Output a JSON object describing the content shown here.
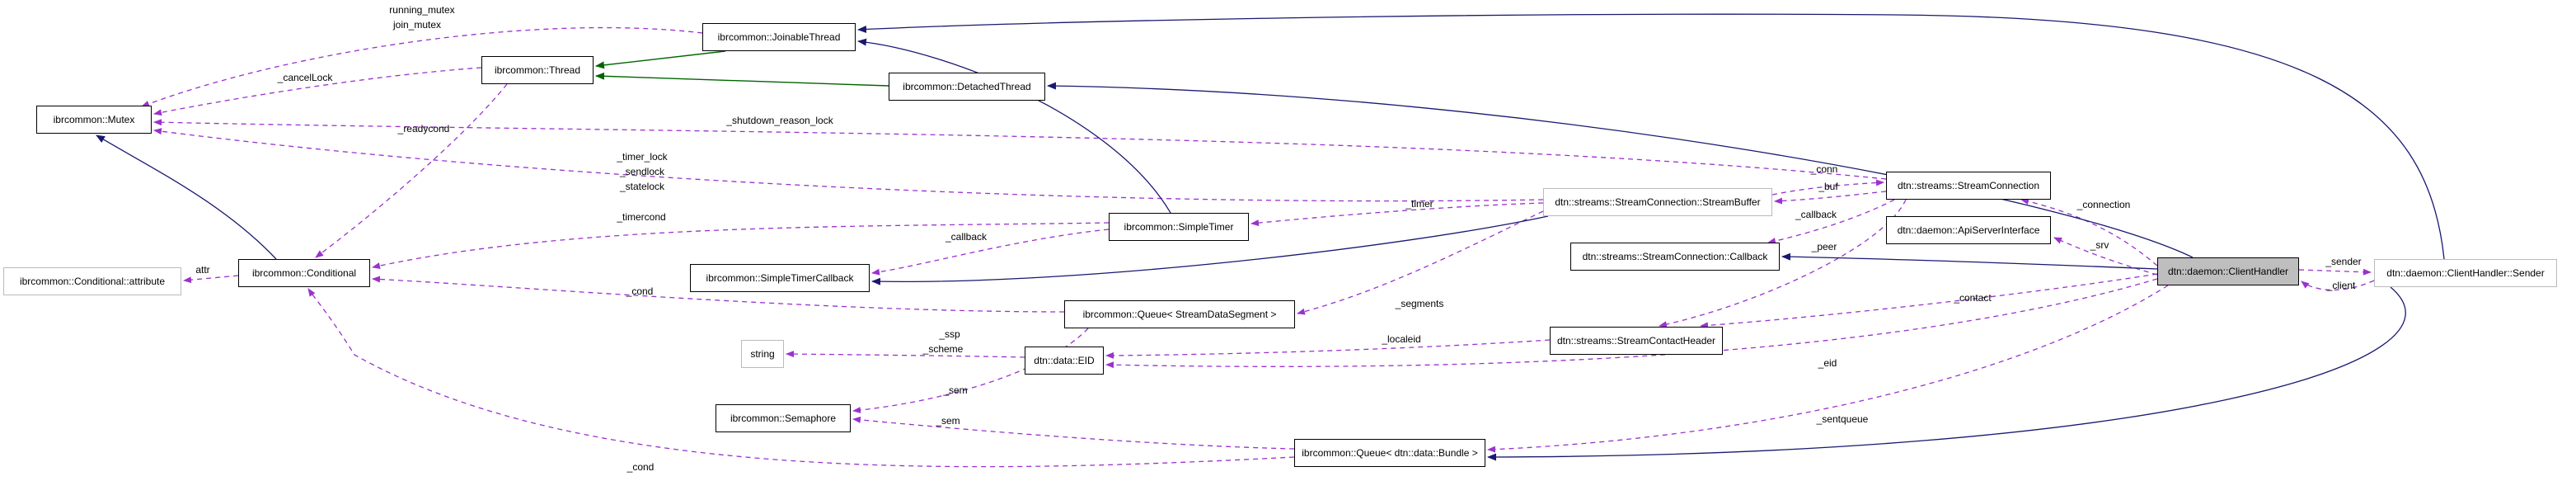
{
  "diagram": {
    "type": "doxygen-collaboration-graph",
    "selected_class": "dtn::daemon::ClientHandler",
    "colors": {
      "member_edge": "#9a32cd",
      "public_inheritance_edge": "#191970",
      "protected_inheritance_edge": "#006400",
      "selected_node_fill": "#bebebe",
      "node_border": "#000000",
      "external_node_border": "#bababa",
      "background": "#ffffff"
    },
    "nodes": [
      {
        "id": "mutex",
        "label": "ibrcommon::Mutex",
        "kind": "class"
      },
      {
        "id": "conditional-attribute",
        "label": "ibrcommon::Conditional::attribute",
        "kind": "external"
      },
      {
        "id": "conditional",
        "label": "ibrcommon::Conditional",
        "kind": "class"
      },
      {
        "id": "thread",
        "label": "ibrcommon::Thread",
        "kind": "class"
      },
      {
        "id": "joinable-thread",
        "label": "ibrcommon::JoinableThread",
        "kind": "class"
      },
      {
        "id": "detached-thread",
        "label": "ibrcommon::DetachedThread",
        "kind": "class"
      },
      {
        "id": "simple-timer",
        "label": "ibrcommon::SimpleTimer",
        "kind": "class"
      },
      {
        "id": "simple-timer-callback",
        "label": "ibrcommon::SimpleTimerCallback",
        "kind": "class"
      },
      {
        "id": "queue-streamdatasegment",
        "label": "ibrcommon::Queue< StreamDataSegment >",
        "kind": "class"
      },
      {
        "id": "string",
        "label": "string",
        "kind": "external"
      },
      {
        "id": "eid",
        "label": "dtn::data::EID",
        "kind": "class"
      },
      {
        "id": "semaphore",
        "label": "ibrcommon::Semaphore",
        "kind": "class"
      },
      {
        "id": "queue-bundle",
        "label": "ibrcommon::Queue< dtn::data::Bundle >",
        "kind": "class"
      },
      {
        "id": "stream-buffer",
        "label": "dtn::streams::StreamConnection::StreamBuffer",
        "kind": "external"
      },
      {
        "id": "stream-connection-callback",
        "label": "dtn::streams::StreamConnection::Callback",
        "kind": "class"
      },
      {
        "id": "stream-contact-header",
        "label": "dtn::streams::StreamContactHeader",
        "kind": "class"
      },
      {
        "id": "stream-connection",
        "label": "dtn::streams::StreamConnection",
        "kind": "class"
      },
      {
        "id": "api-server-interface",
        "label": "dtn::daemon::ApiServerInterface",
        "kind": "class"
      },
      {
        "id": "client-handler",
        "label": "dtn::daemon::ClientHandler",
        "kind": "selected"
      },
      {
        "id": "client-handler-sender",
        "label": "dtn::daemon::ClientHandler::Sender",
        "kind": "external"
      }
    ],
    "edges": [
      {
        "from": "joinable-thread",
        "to": "mutex",
        "relation": "member",
        "labels": [
          "running_mutex",
          "join_mutex"
        ]
      },
      {
        "from": "thread",
        "to": "mutex",
        "relation": "member",
        "labels": [
          "_cancelLock"
        ]
      },
      {
        "from": "stream-connection",
        "to": "mutex",
        "relation": "member",
        "labels": [
          "_shutdown_reason_lock"
        ]
      },
      {
        "from": "stream-buffer",
        "to": "mutex",
        "relation": "member",
        "labels": [
          "_timer_lock",
          "_sendlock",
          "_statelock"
        ]
      },
      {
        "from": "thread",
        "to": "conditional",
        "relation": "member",
        "labels": [
          "_readycond"
        ]
      },
      {
        "from": "simple-timer",
        "to": "conditional",
        "relation": "member",
        "labels": [
          "_timercond"
        ]
      },
      {
        "from": "queue-streamdatasegment",
        "to": "conditional",
        "relation": "member",
        "labels": [
          "_cond"
        ]
      },
      {
        "from": "queue-bundle",
        "to": "conditional",
        "relation": "member",
        "labels": [
          "_cond"
        ]
      },
      {
        "from": "simple-timer",
        "to": "simple-timer-callback",
        "relation": "member",
        "labels": [
          "_callback"
        ]
      },
      {
        "from": "stream-buffer",
        "to": "simple-timer",
        "relation": "member",
        "labels": [
          "_timer"
        ]
      },
      {
        "from": "stream-buffer",
        "to": "queue-streamdatasegment",
        "relation": "member",
        "labels": [
          "_segments"
        ]
      },
      {
        "from": "stream-buffer",
        "to": "stream-connection",
        "relation": "member",
        "labels": [
          "_conn"
        ]
      },
      {
        "from": "stream-connection",
        "to": "stream-buffer",
        "relation": "member",
        "labels": [
          "_buf"
        ]
      },
      {
        "from": "stream-connection",
        "to": "stream-connection-callback",
        "relation": "member",
        "labels": [
          "_callback"
        ]
      },
      {
        "from": "stream-connection",
        "to": "stream-contact-header",
        "relation": "member",
        "labels": [
          "_peer"
        ]
      },
      {
        "from": "client-handler",
        "to": "stream-contact-header",
        "relation": "member",
        "labels": [
          "_contact"
        ]
      },
      {
        "from": "stream-contact-header",
        "to": "eid",
        "relation": "member",
        "labels": [
          "_localeid"
        ]
      },
      {
        "from": "client-handler",
        "to": "eid",
        "relation": "member",
        "labels": [
          "_eid"
        ]
      },
      {
        "from": "eid",
        "to": "string",
        "relation": "member",
        "labels": [
          "_ssp",
          "_scheme"
        ]
      },
      {
        "from": "queue-streamdatasegment",
        "to": "semaphore",
        "relation": "member",
        "labels": [
          "_sem"
        ]
      },
      {
        "from": "queue-bundle",
        "to": "semaphore",
        "relation": "member",
        "labels": [
          "_sem"
        ]
      },
      {
        "from": "client-handler",
        "to": "stream-connection",
        "relation": "member",
        "labels": [
          "_connection"
        ]
      },
      {
        "from": "client-handler",
        "to": "api-server-interface",
        "relation": "member",
        "labels": [
          "_srv"
        ]
      },
      {
        "from": "client-handler",
        "to": "queue-bundle",
        "relation": "member",
        "labels": [
          "_sentqueue"
        ]
      },
      {
        "from": "client-handler",
        "to": "client-handler-sender",
        "relation": "member",
        "labels": [
          "_sender"
        ]
      },
      {
        "from": "client-handler-sender",
        "to": "client-handler",
        "relation": "member",
        "labels": [
          "_client"
        ]
      },
      {
        "from": "conditional",
        "to": "conditional-attribute",
        "relation": "member",
        "labels": [
          "attr"
        ]
      },
      {
        "from": "conditional",
        "to": "mutex",
        "relation": "public-inheritance",
        "labels": []
      },
      {
        "from": "simple-timer",
        "to": "joinable-thread",
        "relation": "public-inheritance",
        "labels": []
      },
      {
        "from": "client-handler-sender",
        "to": "joinable-thread",
        "relation": "public-inheritance",
        "labels": []
      },
      {
        "from": "client-handler",
        "to": "detached-thread",
        "relation": "public-inheritance",
        "labels": []
      },
      {
        "from": "client-handler",
        "to": "stream-connection-callback",
        "relation": "public-inheritance",
        "labels": []
      },
      {
        "from": "stream-buffer",
        "to": "simple-timer-callback",
        "relation": "public-inheritance",
        "labels": []
      },
      {
        "from": "client-handler-sender",
        "to": "queue-bundle",
        "relation": "public-inheritance",
        "labels": []
      },
      {
        "from": "joinable-thread",
        "to": "thread",
        "relation": "protected-inheritance",
        "labels": []
      },
      {
        "from": "detached-thread",
        "to": "thread",
        "relation": "protected-inheritance",
        "labels": []
      }
    ]
  }
}
